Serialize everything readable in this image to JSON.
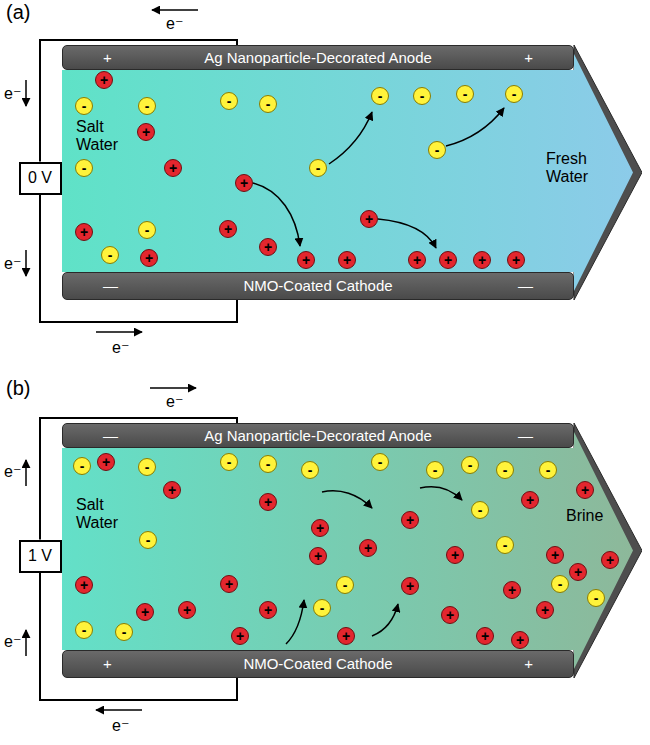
{
  "diagram": {
    "nodes": [
      {
        "text": [
          "+",
          "Ag Nanoparticle-Decorated Anode",
          "+"
        ]
      },
      {
        "text": [
          "0 V"
        ]
      },
      {
        "text": [
          "Salt Water",
          "Fresh Water"
        ]
      },
      {
        "text": [
          "+"
        ],
        "in": 2
      },
      {
        "text": [
          "+"
        ],
        "in": 2
      },
      {
        "text": [
          "+"
        ],
        "in": 2
      },
      {
        "text": [
          "+"
        ],
        "in": 2
      },
      {
        "text": [
          "+"
        ],
        "in": 2
      },
      {
        "text": [
          "+"
        ],
        "in": 2
      },
      {
        "text": [
          "+"
        ],
        "in": 2
      },
      {
        "text": [
          "+"
        ],
        "in": 2
      },
      {
        "text": [
          "+"
        ],
        "in": 2
      },
      {
        "text": [
          "+"
        ],
        "in": 2
      },
      {
        "text": [
          "+"
        ],
        "in": 2
      },
      {
        "text": [
          "+"
        ],
        "in": 2
      },
      {
        "text": [
          "+"
        ],
        "in": 2
      },
      {
        "text": [
          "+"
        ],
        "in": 2
      },
      {
        "text": [
          "+"
        ],
        "in": 2
      },
      {
        "text": [
          "-"
        ],
        "in": 2
      },
      {
        "text": [
          "-"
        ],
        "in": 2
      },
      {
        "text": [
          "-"
        ],
        "in": 2
      },
      {
        "text": [
          "-"
        ],
        "in": 2
      },
      {
        "text": [
          "-"
        ],
        "in": 2
      },
      {
        "text": [
          "-"
        ],
        "in": 2
      },
      {
        "text": [
          "-"
        ],
        "in": 2
      },
      {
        "text": [
          "-"
        ],
        "in": 2
      },
      {
        "text": [
          "-"
        ],
        "in": 2
      },
      {
        "text": [
          "-"
        ],
        "in": 2
      },
      {
        "text": [
          "-"
        ],
        "in": 2
      },
      {
        "text": [
          "-"
        ],
        "in": 2
      },
      {
        "text": [
          "-"
        ],
        "in": 2
      },
      {
        "text": [
          "—",
          "NMO-Coated Cathode",
          "—"
        ]
      },
      {
        "text": [
          "—",
          "Ag Nanoparticle-Decorated Anode",
          "—"
        ]
      },
      {
        "text": [
          "1 V"
        ]
      },
      {
        "text": [
          "Salt Water",
          "Brine"
        ]
      },
      {
        "text": [
          "+"
        ],
        "in": 34
      },
      {
        "text": [
          "+"
        ],
        "in": 34
      },
      {
        "text": [
          "+"
        ],
        "in": 34
      },
      {
        "text": [
          "+"
        ],
        "in": 34
      },
      {
        "text": [
          "+"
        ],
        "in": 34
      },
      {
        "text": [
          "+"
        ],
        "in": 34
      },
      {
        "text": [
          "+"
        ],
        "in": 34
      },
      {
        "text": [
          "+"
        ],
        "in": 34
      },
      {
        "text": [
          "+"
        ],
        "in": 34
      },
      {
        "text": [
          "+"
        ],
        "in": 34
      },
      {
        "text": [
          "+"
        ],
        "in": 34
      },
      {
        "text": [
          "+"
        ],
        "in": 34
      },
      {
        "text": [
          "+"
        ],
        "in": 34
      },
      {
        "text": [
          "+"
        ],
        "in": 34
      },
      {
        "text": [
          "+"
        ],
        "in": 34
      },
      {
        "text": [
          "+"
        ],
        "in": 34
      },
      {
        "text": [
          "+"
        ],
        "in": 34
      },
      {
        "text": [
          "+"
        ],
        "in": 34
      },
      {
        "text": [
          "+"
        ],
        "in": 34
      },
      {
        "text": [
          "+"
        ],
        "in": 34
      },
      {
        "text": [
          "+"
        ],
        "in": 34
      },
      {
        "text": [
          "+"
        ],
        "in": 34
      },
      {
        "text": [
          "+"
        ],
        "in": 34
      },
      {
        "text": [
          "+"
        ],
        "in": 34
      },
      {
        "text": [
          "+"
        ],
        "in": 34
      },
      {
        "text": [
          "+"
        ],
        "in": 34
      },
      {
        "text": [
          "-"
        ],
        "in": 34
      },
      {
        "text": [
          "-"
        ],
        "in": 34
      },
      {
        "text": [
          "-"
        ],
        "in": 34
      },
      {
        "text": [
          "-"
        ],
        "in": 34
      },
      {
        "text": [
          "-"
        ],
        "in": 34
      },
      {
        "text": [
          "-"
        ],
        "in": 34
      },
      {
        "text": [
          "-"
        ],
        "in": 34
      },
      {
        "text": [
          "-"
        ],
        "in": 34
      },
      {
        "text": [
          "-"
        ],
        "in": 34
      },
      {
        "text": [
          "-"
        ],
        "in": 34
      },
      {
        "text": [
          "-"
        ],
        "in": 34
      },
      {
        "text": [
          "-"
        ],
        "in": 34
      },
      {
        "text": [
          "-"
        ],
        "in": 34
      },
      {
        "text": [
          "-"
        ],
        "in": 34
      },
      {
        "text": [
          "-"
        ],
        "in": 34
      },
      {
        "text": [
          "-"
        ],
        "in": 34
      },
      {
        "text": [
          "-"
        ],
        "in": 34
      },
      {
        "text": [
          "-"
        ],
        "in": 34
      },
      {
        "text": [
          "-"
        ],
        "in": 34
      },
      {
        "text": [
          "+",
          "NMO-Coated Cathode",
          "+"
        ]
      }
    ],
    "edges": [
      {
        "from": 0,
        "to": 1,
        "arrow": "none"
      },
      {
        "from": 1,
        "to": 31,
        "arrow": "none"
      },
      {
        "from": 32,
        "to": 33,
        "arrow": "none"
      },
      {
        "from": 33,
        "to": 80,
        "arrow": "none"
      }
    ],
    "labels": [
      "(a)",
      "e⁻",
      "e⁻",
      "e⁻",
      "e⁻",
      "(b)",
      "e⁻",
      "e⁻",
      "e⁻",
      "e⁻"
    ]
  }
}
